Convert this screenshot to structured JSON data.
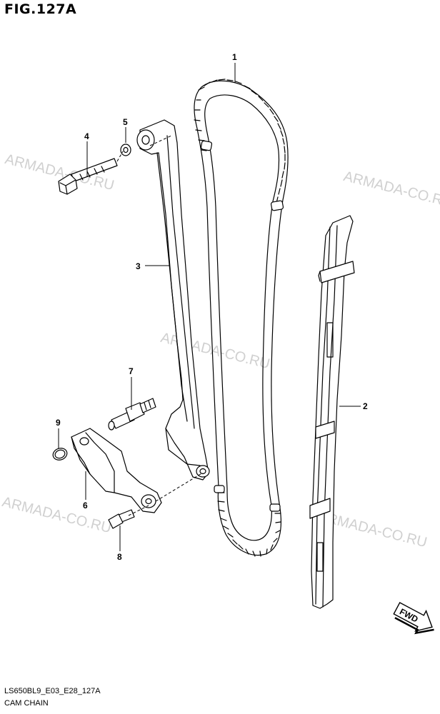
{
  "figure_title": "FIG.127A",
  "watermark_text": "ARMADA-CO.RU",
  "callouts": [
    "1",
    "2",
    "3",
    "4",
    "5",
    "6",
    "7",
    "8",
    "9"
  ],
  "fwd_label": "FWD",
  "footer": {
    "code": "LS650BL9_E03_E28_127A",
    "name": "CAM CHAIN"
  }
}
